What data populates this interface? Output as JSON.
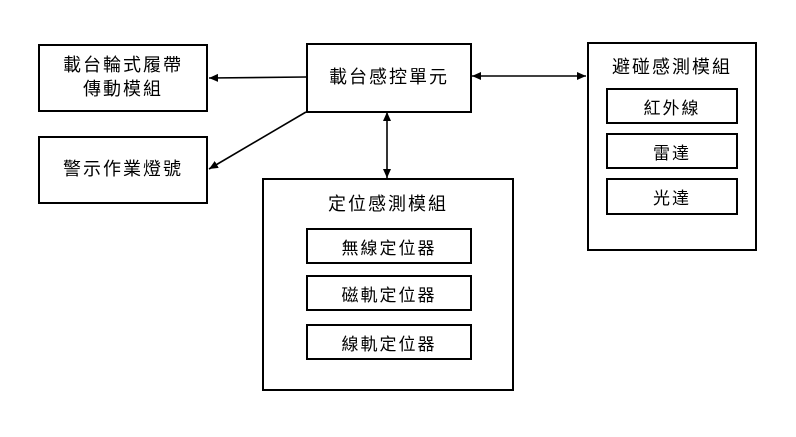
{
  "nodes": {
    "control_unit": "載台感控單元",
    "drive_module_line1": "載台輪式履帶",
    "drive_module_line2": "傳動模組",
    "warning_light": "警示作業燈號",
    "obstacle_module": {
      "title": "避碰感測模組",
      "items": [
        "紅外線",
        "雷達",
        "光達"
      ]
    },
    "positioning_module": {
      "title": "定位感測模組",
      "items": [
        "無線定位器",
        "磁軌定位器",
        "線軌定位器"
      ]
    }
  },
  "edges": [
    {
      "from": "載台感控單元",
      "to": "載台輪式履帶傳動模組",
      "direction": "one-way"
    },
    {
      "from": "載台感控單元",
      "to": "警示作業燈號",
      "direction": "one-way"
    },
    {
      "from": "載台感控單元",
      "to": "避碰感測模組",
      "direction": "two-way"
    },
    {
      "from": "載台感控單元",
      "to": "定位感測模組",
      "direction": "two-way"
    }
  ]
}
